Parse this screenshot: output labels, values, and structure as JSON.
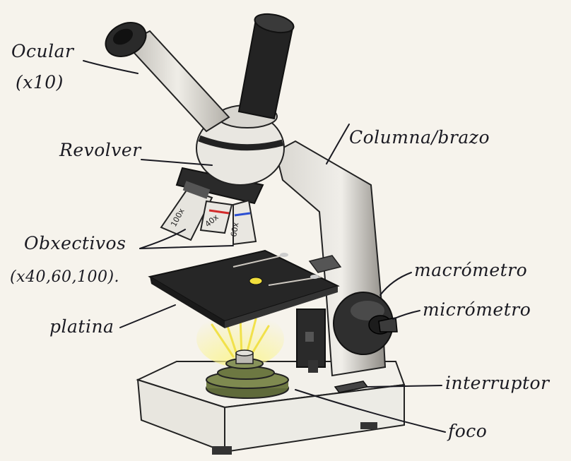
{
  "labels": {
    "ocular": "Ocular",
    "ocular_mag": "(x10)",
    "revolver": "Revolver",
    "columna": "Columna/brazo",
    "objectives": "Obxectivos",
    "objectives_mag": "(x40,60,100).",
    "macrometro": "macrómetro",
    "micrometro": "micrómetro",
    "platina": "platina",
    "interruptor": "interruptor",
    "foco": "foco"
  },
  "objective_marks": {
    "left": "100x",
    "middle": "40x",
    "right": "60x"
  },
  "colors": {
    "ink": "#1a1a22",
    "metal_dark": "#262626",
    "metal_light": "#e4e2dc",
    "light_glow": "#f4e85a",
    "objective_red": "#d22b2b",
    "objective_blue": "#2b4fd2"
  }
}
